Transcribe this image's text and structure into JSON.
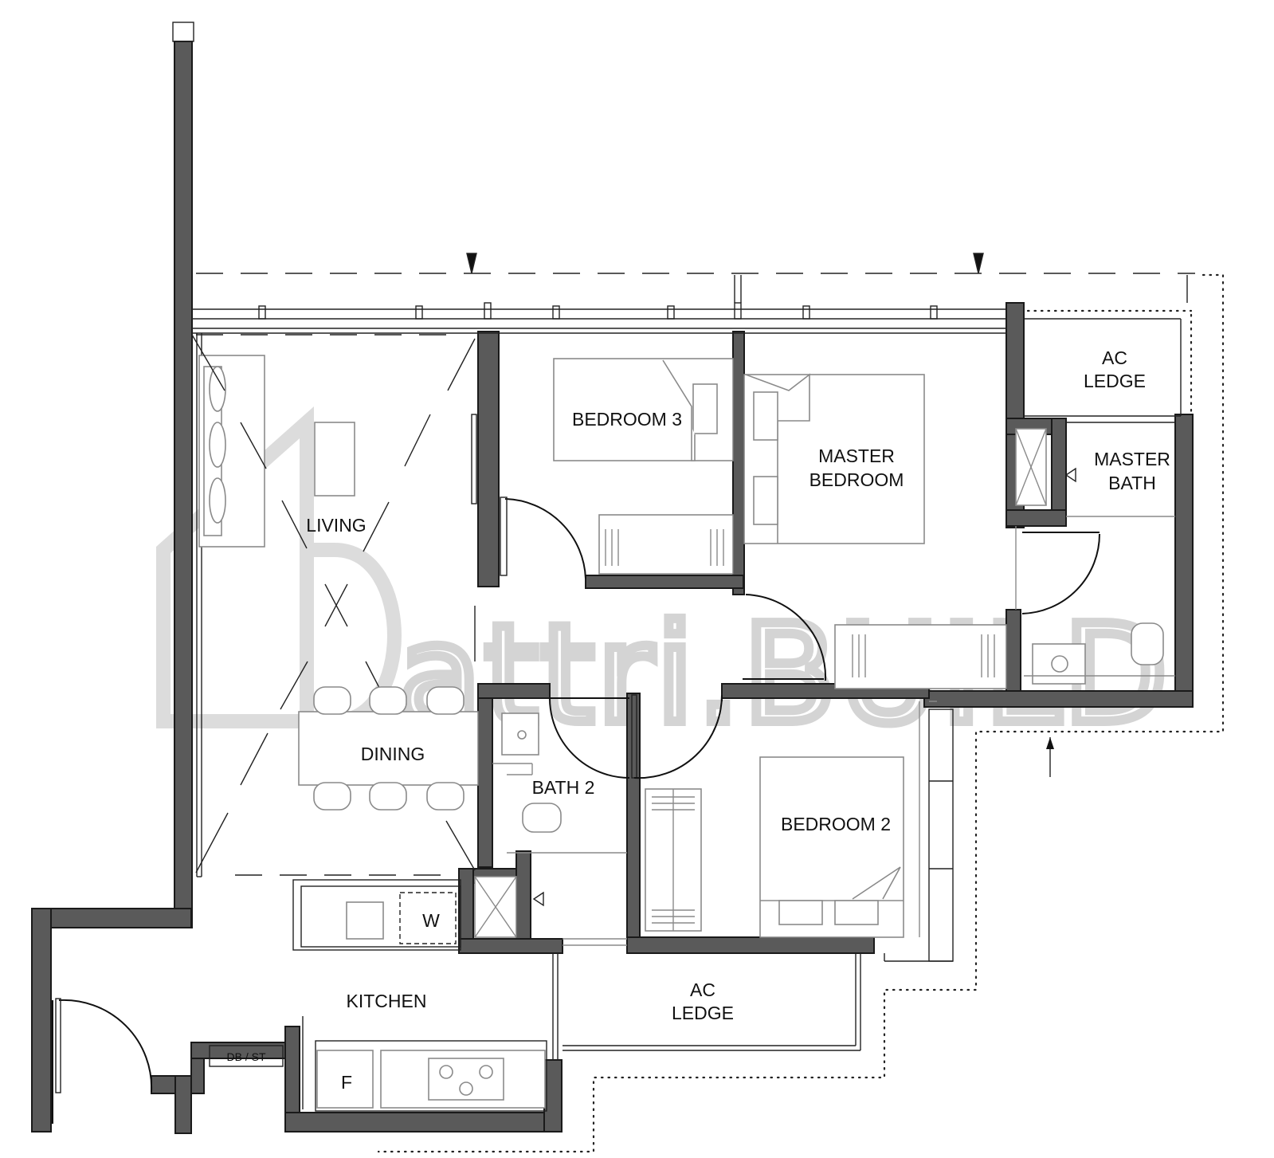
{
  "watermark": {
    "text": "attri.BUILD"
  },
  "rooms": {
    "living": "LIVING",
    "dining": "DINING",
    "kitchen": "KITCHEN",
    "bedroom3": "BEDROOM 3",
    "master_bedroom_line1": "MASTER",
    "master_bedroom_line2": "BEDROOM",
    "ac_ledge_top_line1": "AC",
    "ac_ledge_top_line2": "LEDGE",
    "master_bath_line1": "MASTER",
    "master_bath_line2": "BATH",
    "bath2": "BATH 2",
    "bedroom2": "BEDROOM 2",
    "ac_ledge_bottom_line1": "AC",
    "ac_ledge_bottom_line2": "LEDGE"
  },
  "fixtures": {
    "washer": "W",
    "fridge": "F",
    "db_st": "DB / ST"
  },
  "colors": {
    "wall_fill": "#5a5a5a",
    "line": "#222222",
    "furniture": "#8a8a8a",
    "watermark": "#d4d4d4"
  }
}
